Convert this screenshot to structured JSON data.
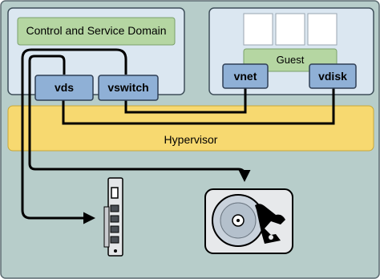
{
  "diagram": {
    "control_domain_label": "Control and Service Domain",
    "guest_label": "Guest",
    "vds_label": "vds",
    "vswitch_label": "vswitch",
    "vnet_label": "vnet",
    "vdisk_label": "vdisk",
    "hypervisor_label": "Hypervisor"
  },
  "colors": {
    "outer_bg": "#b7cdca",
    "domain_bg": "#dbe7f1",
    "green_box": "#b5d6a2",
    "blue_box": "#8fb0d6",
    "hypervisor": "#f7d970",
    "line": "#000000"
  },
  "icons": [
    "network-card-icon",
    "disk-drive-icon"
  ]
}
